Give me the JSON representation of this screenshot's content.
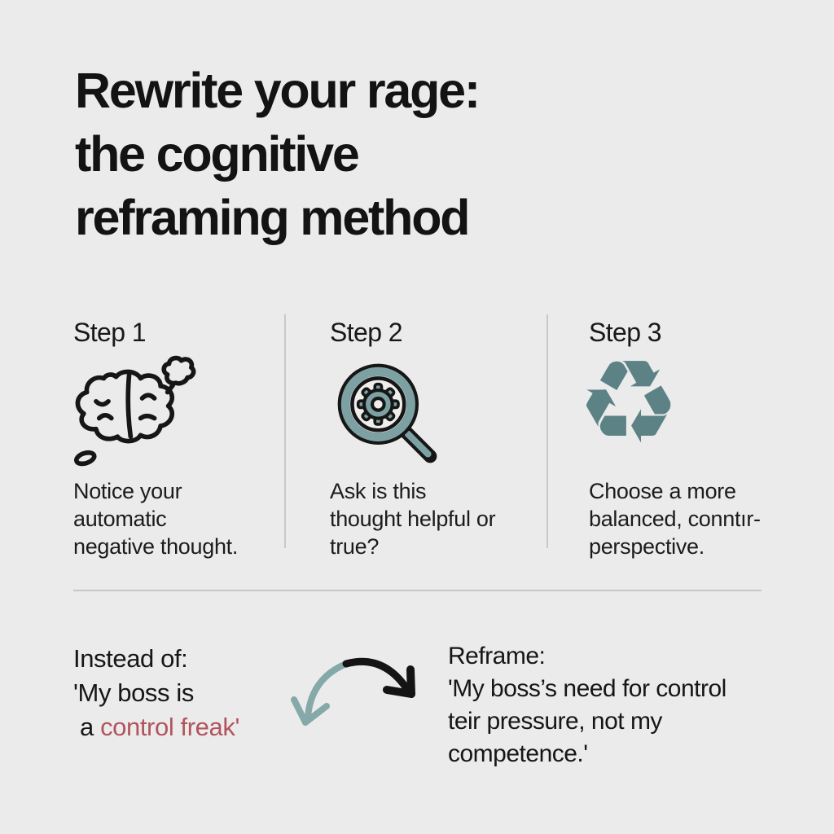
{
  "page": {
    "background_color": "#ebebeb",
    "text_color": "#161616"
  },
  "title": {
    "lines": [
      "Rewrite your rage:",
      "the cognitive",
      "reframing method"
    ]
  },
  "steps": [
    {
      "label": "Step 1",
      "icon": "brain-thought-icon",
      "lines": [
        "Notice your",
        "automatic",
        "negative thought."
      ]
    },
    {
      "label": "Step 2",
      "icon": "magnifier-gear-icon",
      "lines": [
        "Ask is this",
        "thought helpful or",
        "true?"
      ]
    },
    {
      "label": "Step 3",
      "icon": "recycle-icon",
      "lines": [
        "Choose a more",
        "balanced, conntır-",
        "perspective."
      ]
    }
  ],
  "example": {
    "instead": {
      "heading": "Instead of:",
      "line1": "'My boss is",
      "line2_prefix": "a ",
      "line2_highlight": "control freak'"
    },
    "arrow_icon": "curved-arrow-icon",
    "reframe": {
      "heading": "Reframe:",
      "lines": [
        "'My boss’s need for control",
        "teir pressure, not my",
        "competence.'"
      ]
    }
  },
  "icons": {
    "recycle_glyph": "♻"
  },
  "colors": {
    "teal": "#7da1a3",
    "teal_dark": "#5d8285",
    "highlight_red": "#b2545e",
    "divider_gray": "#c9c9c9",
    "arrow_black": "#141414",
    "icon_outline": "#161616"
  }
}
